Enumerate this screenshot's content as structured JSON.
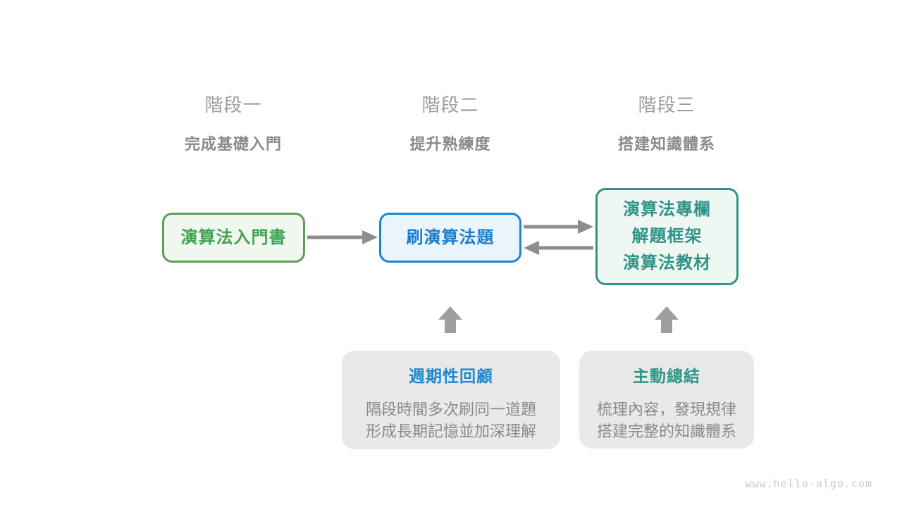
{
  "page": {
    "watermark": "www.hello-algo.com"
  },
  "stages": [
    {
      "label": "階段一",
      "subtitle": "完成基礎入門"
    },
    {
      "label": "階段二",
      "subtitle": "提升熟練度"
    },
    {
      "label": "階段三",
      "subtitle": "搭建知識體系"
    }
  ],
  "nodes": {
    "intro_book": {
      "label": "演算法入門書"
    },
    "practice": {
      "label": "刷演算法題"
    },
    "resources": {
      "lines": [
        "演算法專欄",
        "解題框架",
        "演算法教材"
      ]
    }
  },
  "notes": [
    {
      "title": "週期性回顧",
      "lines": [
        "隔段時間多次刷同一道題",
        "形成長期記憶並加深理解"
      ]
    },
    {
      "title": "主動總結",
      "lines": [
        "梳理內容，發現規律",
        "搭建完整的知識體系"
      ]
    }
  ],
  "colors": {
    "green_border": "#5d9e58",
    "green_text": "#3fa351",
    "green_bg": "#f0f7ee",
    "blue_border": "#1c86d1",
    "blue_text": "#1c7fcb",
    "blue_bg": "#eaf4fc",
    "teal": "#2f9487",
    "teal_bg": "#eff7f3",
    "note_bg": "#e9e9e9",
    "arrow_gray": "#8e8e8e",
    "block_arrow_gray": "#9e9e9e",
    "stage_label_gray": "#9c9c9c",
    "body_text_gray": "#8a8a8a",
    "watermark_gray": "#c9c9c9"
  }
}
